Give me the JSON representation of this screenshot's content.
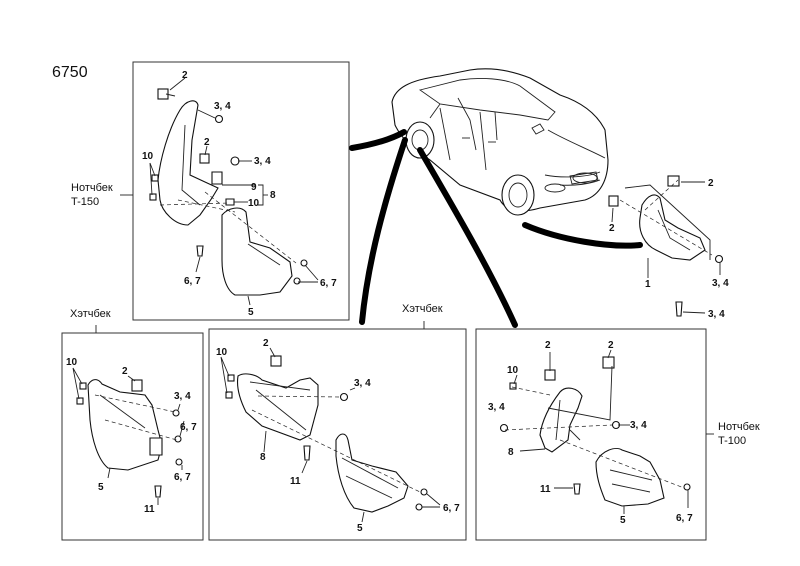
{
  "diagram_number": "6750",
  "captions": {
    "notchback_t150": [
      "Нотчбек",
      "T-150"
    ],
    "hatchback_left": "Хэтчбек",
    "hatchback_center": "Хэтчбек",
    "notchback_t100": [
      "Нотчбек",
      "T-100"
    ]
  },
  "labels": {
    "p2": "2",
    "p34": "3, 4",
    "p10": "10",
    "p9": "9",
    "p8": "8",
    "p67": "6, 7",
    "p5": "5",
    "p1": "1",
    "p11": "11"
  }
}
